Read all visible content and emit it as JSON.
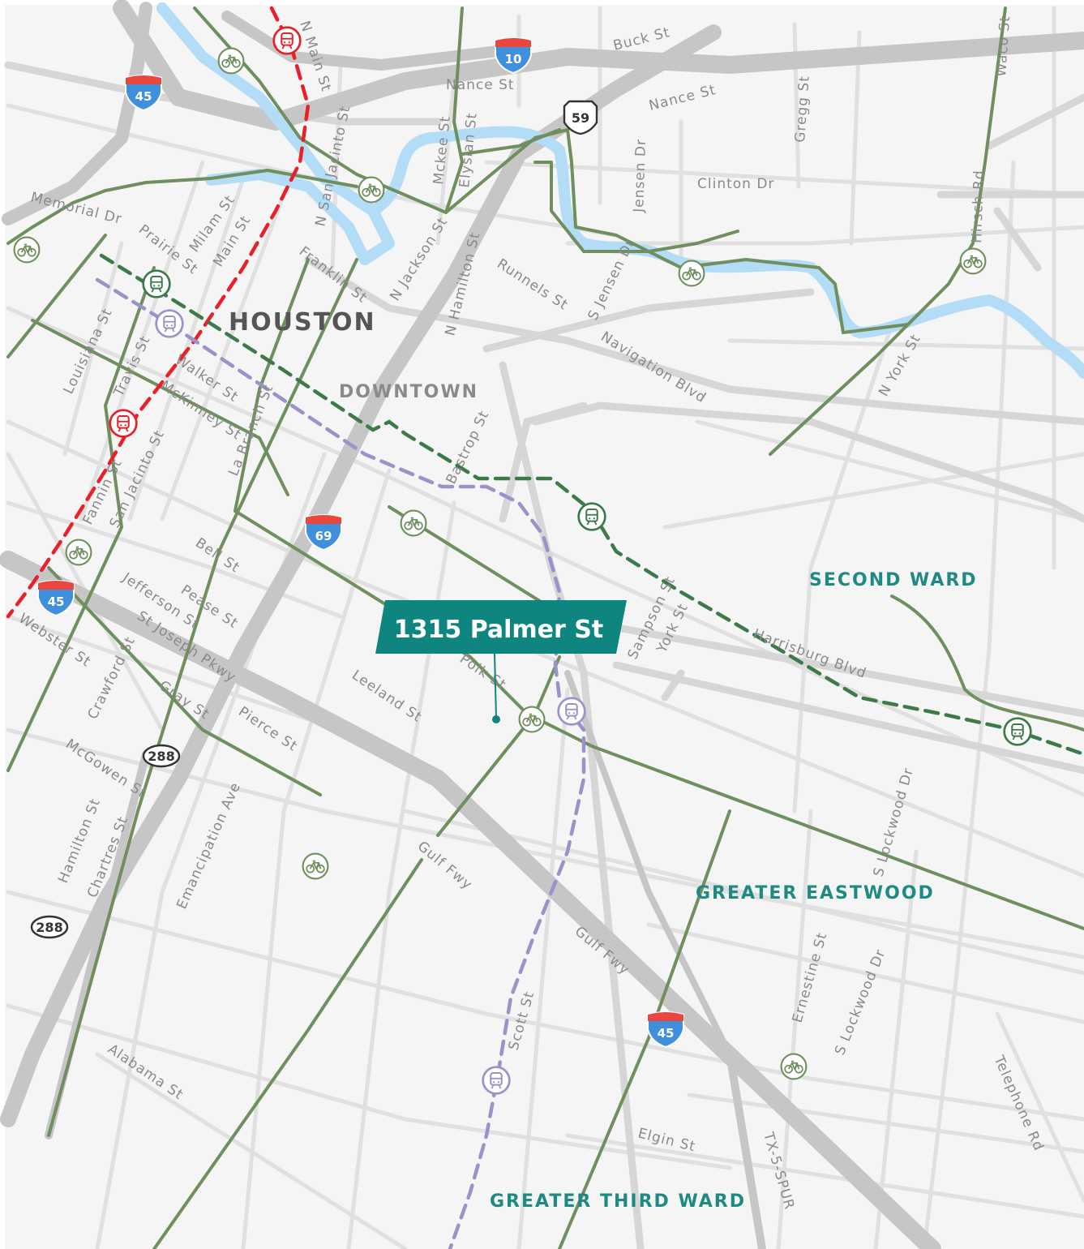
{
  "city_label": "HOUSTON",
  "districts": {
    "downtown": "DOWNTOWN",
    "second_ward": "SECOND WARD",
    "greater_eastwood": "GREATER EASTWOOD",
    "greater_third_ward": "GREATER THIRD WARD"
  },
  "callout": {
    "address": "1315 Palmer St"
  },
  "highways": {
    "i45_a": "45",
    "i45_b": "45",
    "i45_c": "45",
    "i10": "10",
    "i69": "69",
    "us59": "59",
    "tx288_a": "288",
    "tx288_b": "288"
  },
  "streets": {
    "buck": "Buck St",
    "nance1": "Nance St",
    "nance2": "Nance St",
    "gregg": "Gregg St",
    "waco": "Waco St",
    "n_main": "N Main St",
    "n_san_jacinto": "N San Jacinto St",
    "mckee": "Mckee St",
    "elysian": "Elysian St",
    "jensen": "Jensen Dr",
    "clinton": "Clinton Dr",
    "hirsch": "Hirsch Rd",
    "memorial": "Memorial Dr",
    "prairie": "Prairie St",
    "milam": "Milam St",
    "main": "Main St",
    "franklin": "Franklin St",
    "n_jackson": "N Jackson St",
    "n_hamilton": "N Hamilton St",
    "runnels": "Runnels St",
    "s_jensen": "S Jensen Dr",
    "navigation": "Navigation Blvd",
    "n_york": "N York St",
    "louisiana": "Louisiana St",
    "travis": "Travis St",
    "walker": "Walker St",
    "mckinney": "McKinney St",
    "la_branch": "La Branch St",
    "bastrop": "Bastrop St",
    "fannin": "Fannin St",
    "san_jacinto": "San Jacinto St",
    "bell": "Bell St",
    "jefferson": "Jefferson St",
    "pease": "Pease St",
    "webster": "Webster St",
    "crawford": "Crawford St",
    "st_joseph": "St Joseph Pkwy",
    "gray": "Gray St",
    "pierce": "Pierce St",
    "leeland": "Leeland St",
    "polk": "Polk St",
    "sampson": "Sampson St",
    "york": "York St",
    "harrisburg": "Harrisburg Blvd",
    "mcgowen": "McGowen St",
    "hamilton": "Hamilton St",
    "chartres": "Chartres St",
    "emancipation": "Emancipation Ave",
    "gulf_fwy1": "Gulf Fwy",
    "gulf_fwy2": "Gulf Fwy",
    "s_lockwood1": "S Lockwood Dr",
    "s_lockwood2": "S Lockwood Dr",
    "ernestine": "Ernestine St",
    "scott": "Scott St",
    "alabama": "Alabama St",
    "elgin": "Elgin St",
    "tx5spur": "TX-5-SPUR",
    "telephone": "Telephone Rd"
  },
  "icons": [
    "bike-icon",
    "rail-icon",
    "light-rail-icon",
    "interstate-shield",
    "us-highway-shield",
    "state-highway-shield"
  ],
  "colors": {
    "background": "#f5f5f5",
    "water": "#b3dcf7",
    "bike_route": "#6f8f5e",
    "red_line": "#e8202a",
    "green_line": "#3d7a4a",
    "purple_line": "#9a93c9",
    "district_text": "#1e8a82",
    "downtown_text": "#8a8a8a",
    "city_text": "#555555",
    "callout_bg": "#0f857f",
    "interstate_blue": "#3f8fdc",
    "interstate_red": "#e8473f"
  }
}
